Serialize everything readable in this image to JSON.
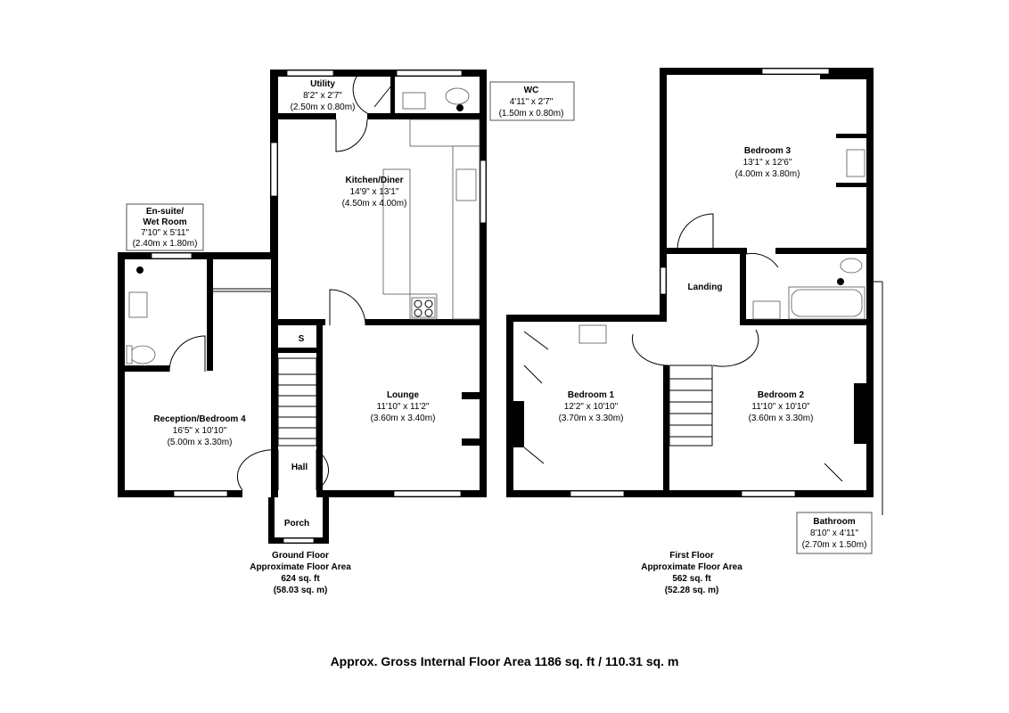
{
  "rooms": {
    "utility": {
      "name": "Utility",
      "imperial": "8'2\" x 2'7\"",
      "metric": "(2.50m x 0.80m)"
    },
    "wc": {
      "name": "WC",
      "imperial": "4'11\" x 2'7\"",
      "metric": "(1.50m x 0.80m)"
    },
    "kitchen": {
      "name": "Kitchen/Diner",
      "imperial": "14'9\" x 13'1\"",
      "metric": "(4.50m x 4.00m)"
    },
    "ensuite": {
      "name1": "En-suite/",
      "name2": "Wet Room",
      "imperial": "7'10\" x 5'11\"",
      "metric": "(2.40m x 1.80m)"
    },
    "reception": {
      "name": "Reception/Bedroom 4",
      "imperial": "16'5\" x 10'10\"",
      "metric": "(5.00m x 3.30m)"
    },
    "store": {
      "name": "S"
    },
    "lounge": {
      "name": "Lounge",
      "imperial": "11'10\" x 11'2\"",
      "metric": "(3.60m x 3.40m)"
    },
    "hall": {
      "name": "Hall"
    },
    "porch": {
      "name": "Porch"
    },
    "bedroom3": {
      "name": "Bedroom 3",
      "imperial": "13'1\" x 12'6\"",
      "metric": "(4.00m x 3.80m)"
    },
    "landing": {
      "name": "Landing"
    },
    "bedroom1": {
      "name": "Bedroom 1",
      "imperial": "12'2\" x 10'10\"",
      "metric": "(3.70m x 3.30m)"
    },
    "bedroom2": {
      "name": "Bedroom 2",
      "imperial": "11'10\" x 10'10\"",
      "metric": "(3.60m x 3.30m)"
    },
    "bathroom": {
      "name": "Bathroom",
      "imperial": "8'10\" x 4'11\"",
      "metric": "(2.70m x 1.50m)"
    }
  },
  "floors": {
    "ground": {
      "line1": "Ground Floor",
      "line2": "Approximate Floor Area",
      "line3": "624 sq. ft",
      "line4": "(58.03 sq. m)"
    },
    "first": {
      "line1": "First Floor",
      "line2": "Approximate Floor Area",
      "line3": "562 sq. ft",
      "line4": "(52.28 sq. m)"
    }
  },
  "gross_area": "Approx. Gross Internal Floor Area 1186 sq. ft / 110.31 sq. m"
}
